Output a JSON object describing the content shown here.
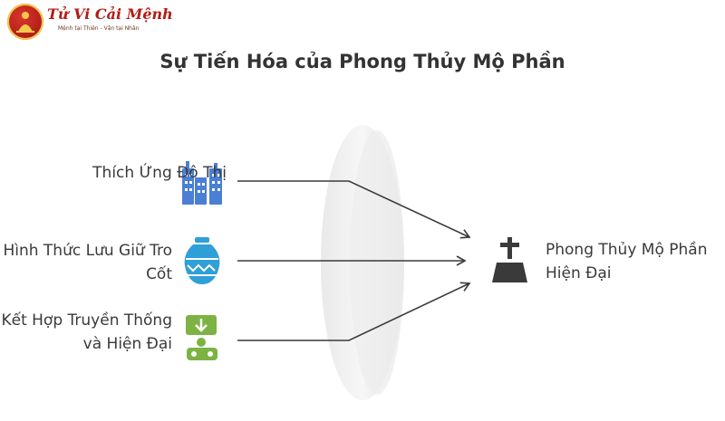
{
  "logo": {
    "title": "Tử Vi Cải Mệnh",
    "subtitle": "Mệnh tại Thiên - Vận tại Nhân"
  },
  "title": "Sự Tiến Hóa của Phong Thủy Mộ Phần",
  "inputs": [
    {
      "label": "Thích Ứng Đô Thị",
      "icon": "city-buildings-icon",
      "color": "#4a7fd4"
    },
    {
      "label": "Hình Thức Lưu Giữ Tro Cốt",
      "icon": "urn-icon",
      "color": "#2f9fd8"
    },
    {
      "label": "Kết Hợp Truyền Thống và Hiện Đại",
      "icon": "tradition-modern-icon",
      "color": "#7cb342"
    }
  ],
  "output": {
    "label": "Phong Thủy Mộ Phần Hiện Đại",
    "icon": "tombstone-icon",
    "color": "#3a3a3a"
  }
}
